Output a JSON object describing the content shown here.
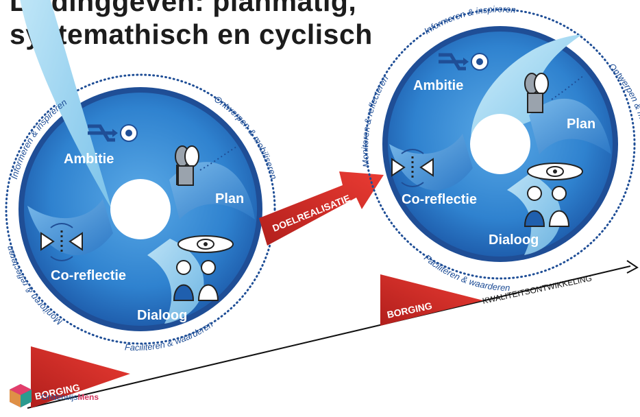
{
  "title": {
    "line1": "Leidinggeven: planmatig,",
    "line2": "systemathisch en cyclisch"
  },
  "cycles": [
    {
      "segments": [
        "Ambitie",
        "Plan",
        "Dialoog",
        "Co-reflectie"
      ],
      "ring_labels": [
        "Informeren & inspireren",
        "Ontwerpen & mobiliseren",
        "Faciliteren & waarderen",
        "Monitoren & reflecteren"
      ]
    },
    {
      "segments": [
        "Ambitie",
        "Plan",
        "Dialoog",
        "Co-reflectie"
      ],
      "ring_labels": [
        "Informeren & inspireren",
        "Ontwerpen & mobiliseren",
        "Faciliteren & waarderen",
        "Monitoren & reflecteren"
      ]
    }
  ],
  "arrow_label": "DOELREALISATIE",
  "borging_left": "BORGING",
  "borging_right": "BORGING",
  "quality_label": "KWALITEITSONTWIKKELING",
  "brand": {
    "name_regular": "Onderwijs",
    "name_bold": "Mens"
  },
  "colors": {
    "ring_outer": "#1f4e96",
    "disc": "#3a8fd6",
    "swirl_light": "#a8dcf3",
    "arrow_red": "#e0312d",
    "title": "#1c1c1c"
  },
  "icons": [
    "crossing-arrows-target-icon",
    "two-people-icon",
    "dotted-arrow-icon",
    "eye-speech-bubble-icon",
    "two-persons-icon",
    "reflection-mirror-icon"
  ]
}
